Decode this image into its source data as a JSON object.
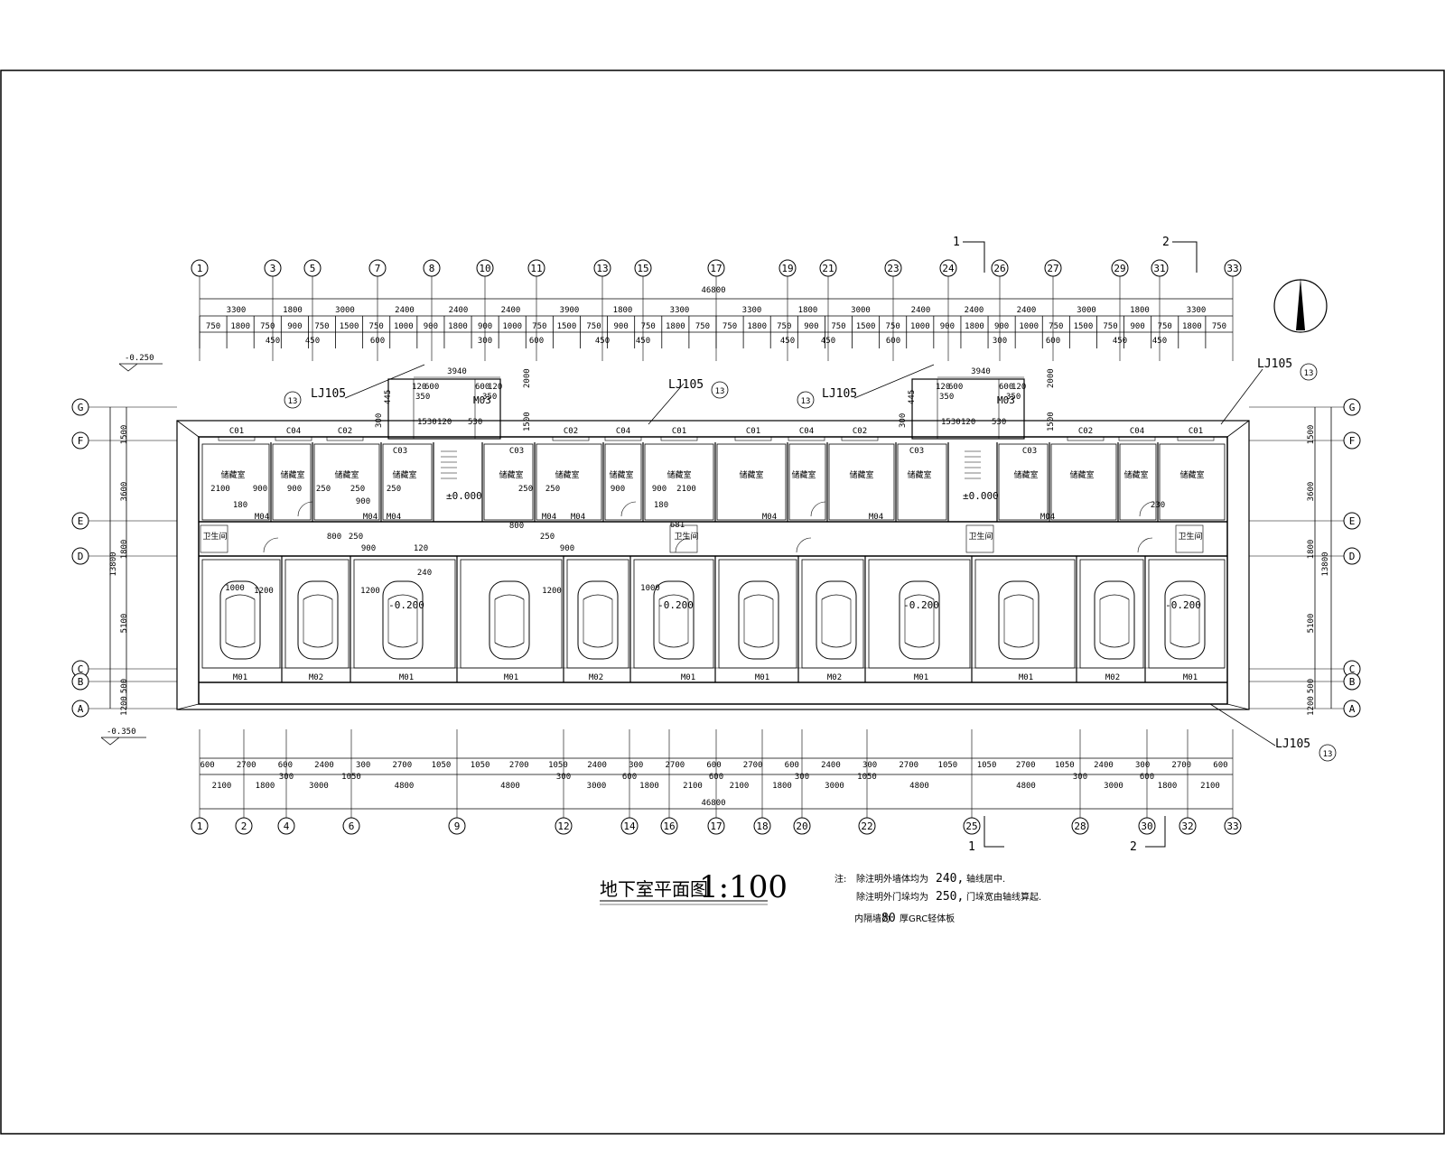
{
  "drawing": {
    "title": "地下室平面图",
    "scale": "1:100",
    "elev_top_left": "-0.250",
    "elev_bottom_left": "-0.350",
    "total_length": "46800",
    "total_depth": "13800",
    "section_marks": [
      "1",
      "2"
    ],
    "lj_labels": [
      "LJ105",
      "LJ105",
      "LJ105",
      "LJ105",
      "LJ105"
    ],
    "lj_sub": [
      "13",
      "13",
      "13",
      "13",
      "13"
    ],
    "stair_elev": "±0.000",
    "garage_elev": "-0.200"
  },
  "top_axes": [
    "1",
    "3",
    "5",
    "7",
    "8",
    "10",
    "11",
    "13",
    "15",
    "17",
    "19",
    "21",
    "23",
    "24",
    "26",
    "27",
    "29",
    "31",
    "33"
  ],
  "bottom_axes": [
    "1",
    "2",
    "4",
    "6",
    "9",
    "12",
    "14",
    "16",
    "17",
    "18",
    "20",
    "22",
    "25",
    "28",
    "30",
    "32",
    "33"
  ],
  "row_axes": [
    "G",
    "F",
    "E",
    "D",
    "C",
    "B",
    "A"
  ],
  "top_dims_1": [
    "3300",
    "1800",
    "3000",
    "2400",
    "2400",
    "2400",
    "3900",
    "1800",
    "3300",
    "3300",
    "1800",
    "3000",
    "2400",
    "2400",
    "2400",
    "3000",
    "1800",
    "3300"
  ],
  "top_dims_2": [
    "750",
    "1800",
    "750",
    "900",
    "750",
    "1500",
    "750",
    "1000",
    "900",
    "1800",
    "900",
    "1000",
    "750",
    "1500",
    "750",
    "900",
    "750",
    "1800",
    "750",
    "750",
    "1800",
    "750",
    "900",
    "750",
    "1500",
    "750",
    "1000",
    "900",
    "1800",
    "900",
    "1000",
    "750",
    "1500",
    "750",
    "900",
    "750",
    "1800",
    "750"
  ],
  "top_dims_3": [
    "450",
    "450",
    "600",
    "300",
    "600",
    "450",
    "450",
    "450",
    "450",
    "600",
    "300",
    "600",
    "450",
    "450"
  ],
  "bottom_dims_1": [
    "600",
    "2700",
    "600",
    "2400",
    "300",
    "2700",
    "1050",
    "1050",
    "2700",
    "1050",
    "2400",
    "300",
    "2700",
    "600",
    "2700",
    "600",
    "2400",
    "300",
    "2700",
    "1050",
    "1050",
    "2700",
    "1050",
    "2400",
    "300",
    "2700",
    "600"
  ],
  "bottom_dims_2": [
    "2100",
    "1800",
    "3000",
    "4800",
    "4800",
    "3000",
    "1800",
    "2100",
    "2100",
    "1800",
    "3000",
    "4800",
    "4800",
    "3000",
    "1800",
    "2100"
  ],
  "bottom_dims_3": [
    "300",
    "1050",
    "300",
    "600",
    "600",
    "300",
    "1050",
    "300",
    "600"
  ],
  "left_dims": [
    "1500",
    "3600",
    "1800",
    "5100",
    "500",
    "1200"
  ],
  "right_dims": [
    "1500",
    "3600",
    "1800",
    "5100",
    "500",
    "1200"
  ],
  "stair_dims": {
    "width": "3940",
    "a": "120",
    "b": "600",
    "c": "600",
    "d": "120",
    "e": "350",
    "f": "350",
    "g": "1530",
    "h": "120",
    "i": "120",
    "j": "530",
    "v1": "2000",
    "v2": "1500",
    "w1": "445",
    "w2": "300"
  },
  "windows": [
    "C01",
    "C04",
    "C02",
    "C03",
    "C03",
    "C02",
    "C04",
    "C01",
    "C01",
    "C04",
    "C02",
    "C03",
    "C03",
    "C02",
    "C04",
    "C01"
  ],
  "doors_top": [
    "M04",
    "M04",
    "M04",
    "M04",
    "M04",
    "M04",
    "M04",
    "M04"
  ],
  "doors_bottom": [
    "M01",
    "M02",
    "M01",
    "M01",
    "M02",
    "M01",
    "M01",
    "M02",
    "M01",
    "M01",
    "M02",
    "M01"
  ],
  "door_m03": "M03",
  "room_label": "储藏室",
  "small_room": "卫生间",
  "notes": {
    "prefix": "注:",
    "line1_a": "除注明外墙体均为",
    "line1_b": "240,",
    "line1_c": "轴线居中.",
    "line2_a": "除注明外门垛均为",
    "line2_b": "250,",
    "line2_c": "门垛宽由轴线算起.",
    "line3_a": "内隔墙为",
    "line3_b": "80",
    "line3_c": "厚GRC轻体板"
  },
  "inner_dims": [
    "2100",
    "900",
    "900",
    "250",
    "250",
    "250",
    "900",
    "250",
    "250",
    "900",
    "900",
    "2100",
    "180",
    "180",
    "800",
    "250",
    "900",
    "250",
    "900",
    "1200",
    "1200",
    "1200",
    "1000",
    "1000",
    "800",
    "681",
    "120",
    "240",
    "230"
  ]
}
